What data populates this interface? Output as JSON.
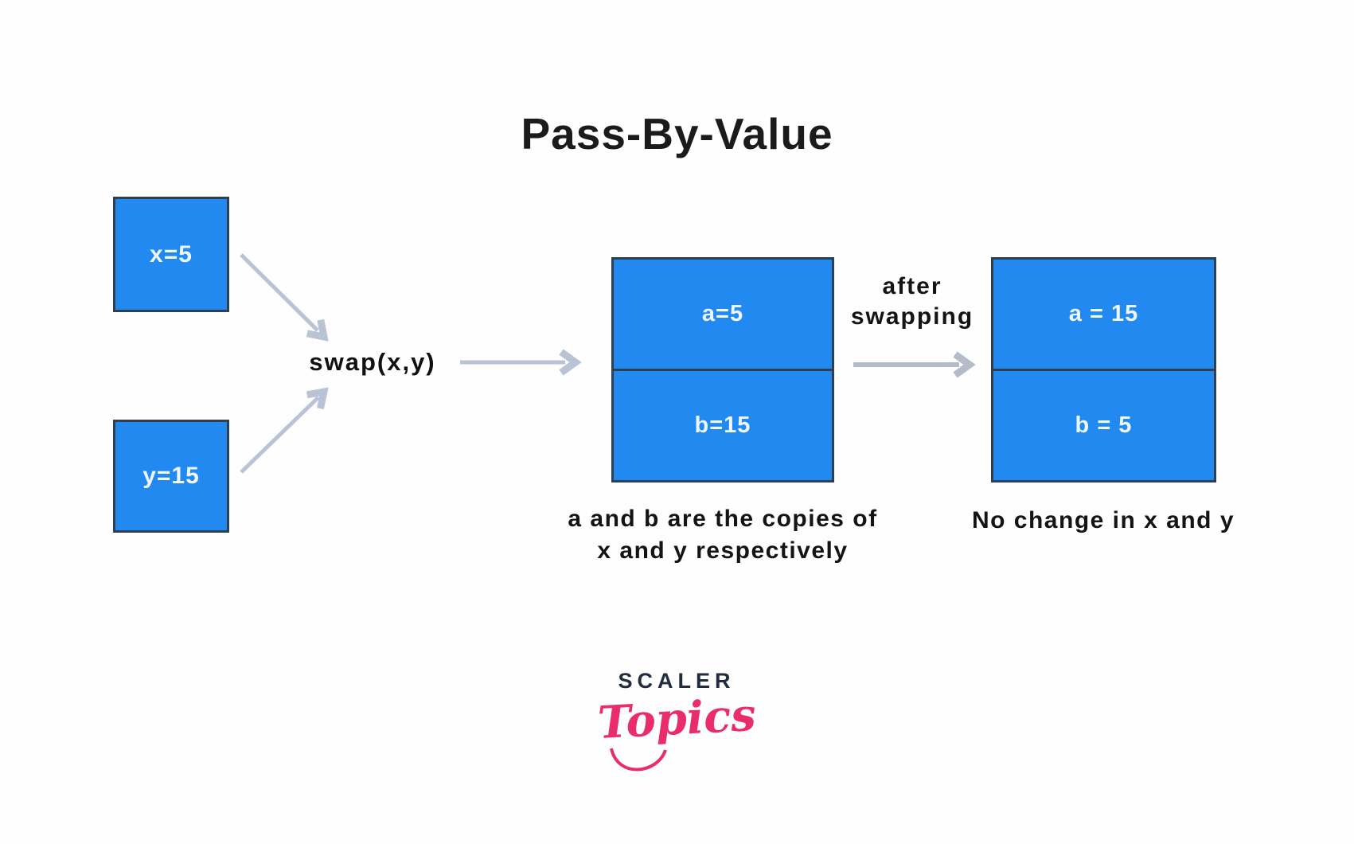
{
  "title": "Pass-By-Value",
  "diagram": {
    "var_x": {
      "label": "x=5"
    },
    "var_y": {
      "label": "y=15"
    },
    "function_call": "swap(x,y)",
    "copies_box": {
      "a": "a=5",
      "b": "b=15"
    },
    "after_label": {
      "line1": "after",
      "line2": "swapping"
    },
    "result_box": {
      "a": "a = 15",
      "b": "b = 5"
    },
    "copies_caption": {
      "line1": "a and b are the copies of",
      "line2": "x and y respectively"
    },
    "result_caption": "No change in x and y"
  },
  "logo": {
    "brand": "SCALER",
    "sub_brand": "Topics"
  },
  "colors": {
    "box_fill": "#2189f0",
    "box_border": "#2e3f52",
    "arrow": "#b9c3d6",
    "text": "#141414",
    "logo_navy": "#222c3f",
    "logo_pink": "#e82c6e",
    "background": "#fefefe"
  }
}
